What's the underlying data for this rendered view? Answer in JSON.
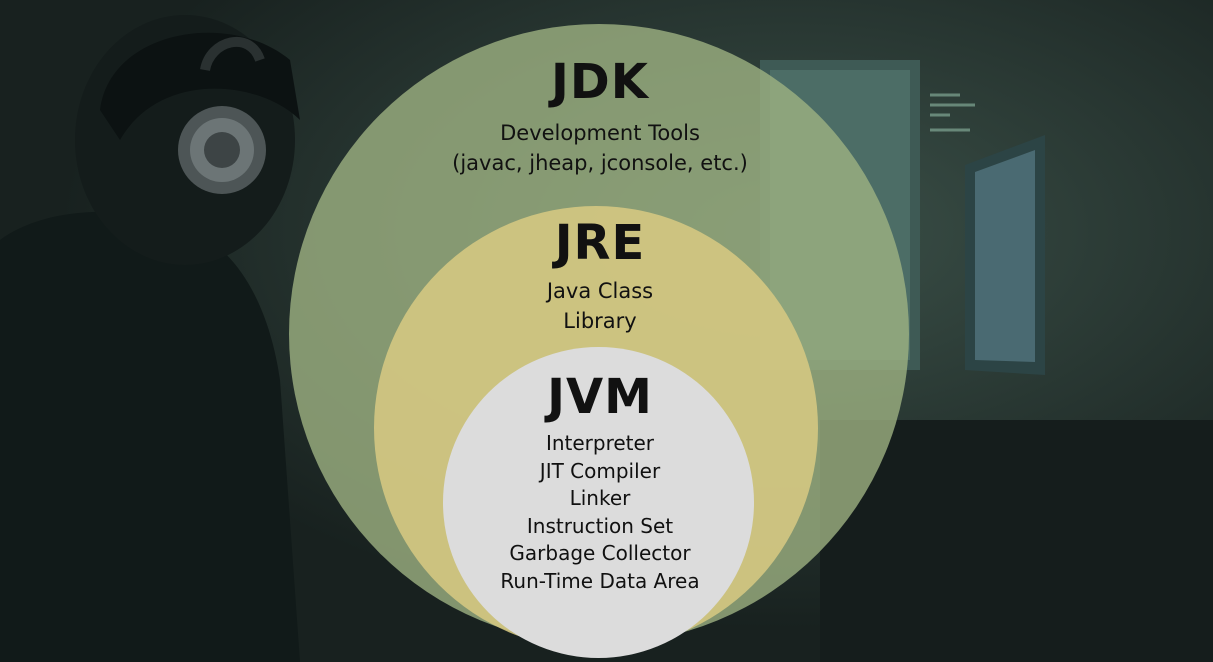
{
  "diagram": {
    "jdk": {
      "title": "JDK",
      "lines": [
        "Development Tools",
        "(javac, jheap, jconsole, etc.)"
      ]
    },
    "jre": {
      "title": "JRE",
      "lines": [
        "Java Class",
        "Library"
      ]
    },
    "jvm": {
      "title": "JVM",
      "lines": [
        "Interpreter",
        "JIT Compiler",
        "Linker",
        "Instruction Set",
        "Garbage Collector",
        "Run-Time Data Area"
      ]
    }
  },
  "colors": {
    "jdk_circle": "#9eb282",
    "jre_circle": "#d6c882",
    "jvm_circle": "#dcdcdc",
    "background": "#1b2523"
  }
}
